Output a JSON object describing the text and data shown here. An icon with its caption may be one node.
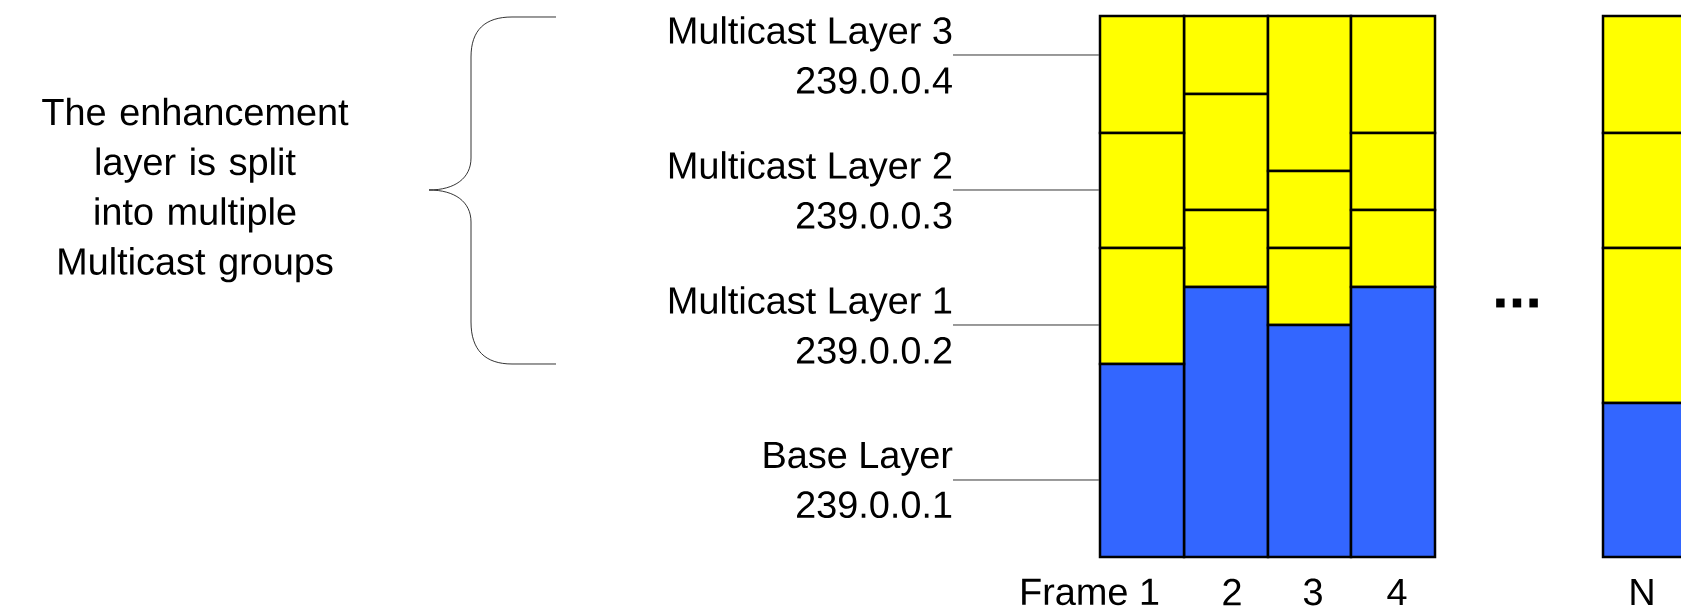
{
  "diagram": {
    "nodes": [
      {
        "text": [
          "Multicast Layer 3",
          "239.0.0.4"
        ]
      },
      {
        "text": [
          "Multicast Layer 2",
          "239.0.0.3"
        ]
      },
      {
        "text": [
          "Multicast Layer 1",
          "239.0.0.2"
        ]
      },
      {
        "text": [
          "Base Layer",
          "239.0.0.1"
        ]
      },
      {
        "text": [],
        "shape": "box"
      },
      {
        "text": [],
        "shape": "box"
      },
      {
        "text": [],
        "shape": "box"
      },
      {
        "text": [],
        "shape": "box"
      }
    ],
    "edges": [
      {
        "from": 0,
        "to": 4,
        "arrow": "none"
      },
      {
        "from": 1,
        "to": 5,
        "arrow": "none"
      },
      {
        "from": 2,
        "to": 6,
        "arrow": "none"
      },
      {
        "from": 3,
        "to": 7,
        "arrow": "none"
      }
    ],
    "labels": [
      "The enhancement layer is split into multiple Multicast groups",
      "...",
      "Frame 1",
      "2",
      "3",
      "4",
      "N"
    ]
  }
}
